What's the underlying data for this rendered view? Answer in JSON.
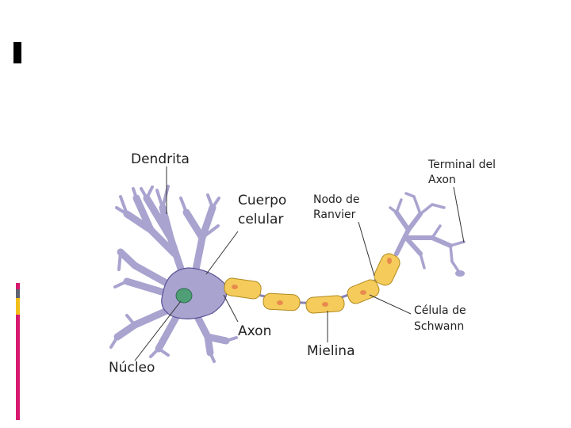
{
  "colors": {
    "neuron": "#a9a3cf",
    "neuron_stroke": "#5a5296",
    "myelin": "#f5cc5c",
    "myelin_stroke": "#b08a1e",
    "schwann_nucleus": "#e88a4d",
    "cell_nucleus": "#4e9e76",
    "accent_magenta": "#d6196e",
    "accent_gray": "#5f6473",
    "accent_yellow": "#f2be1a"
  },
  "labels": {
    "dendrita": "Dendrita",
    "cuerpo_line1": "Cuerpo",
    "cuerpo_line2": "celular",
    "nodo_line1": "Nodo de",
    "nodo_line2": "Ranvier",
    "terminal_line1": "Terminal del",
    "terminal_line2": "Axon",
    "axon": "Axon",
    "mielina": "Mielina",
    "celula_line1": "Célula de",
    "celula_line2": "Schwann",
    "nucleo": "Núcleo"
  }
}
